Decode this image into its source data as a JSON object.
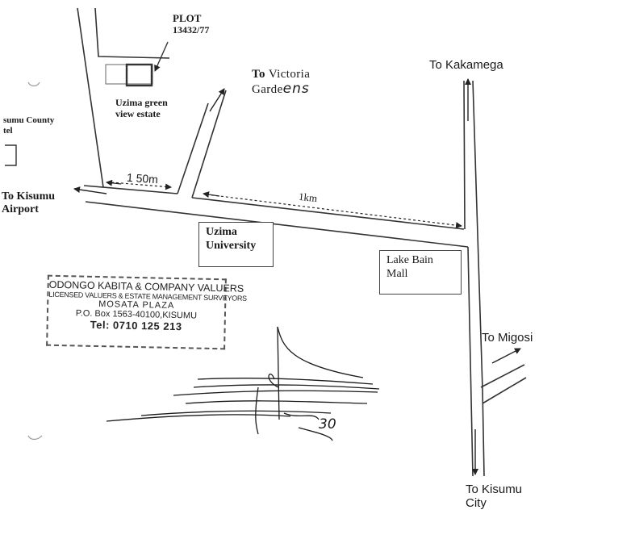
{
  "plot": {
    "title": "PLOT",
    "number": "13432/77"
  },
  "estate": {
    "line1": "Uzima green",
    "line2": "view estate"
  },
  "destinations": {
    "victoria": {
      "prefix": "To",
      "name": "Victoria",
      "line2": "Garde",
      "handwritten_suffix": "ens"
    },
    "kakamega": "To Kakamega",
    "kisumu_airport": {
      "line1": "To Kisumu",
      "line2": "Airport"
    },
    "migosi": "To Migosi",
    "kisumu_city": {
      "line1": "To Kisumu",
      "line2": "City"
    }
  },
  "hotel_fragment": {
    "line1": "sumu County",
    "line2": "tel"
  },
  "distances": {
    "estate_road": "1 50m",
    "main_road": "1km"
  },
  "landmarks": {
    "uzima_university": {
      "line1": "Uzima",
      "line2": "University"
    },
    "lake_bain_mall": {
      "line1": "Lake Bain",
      "line2": "Mall"
    }
  },
  "stamp": {
    "line1": "ODONGO KABITA & COMPANY VALUERS",
    "line2": "LICENSED VALUERS & ESTATE MANAGEMENT SURVEYORS",
    "line3": "MOSATA PLAZA",
    "line4": "P.O. Box 1563-40100,KISUMU",
    "line5": "Tel: 0710 125 213"
  },
  "signature": {
    "handwritten_text": "30"
  },
  "colors": {
    "ink": "#1a1a1a",
    "stamp_ink": "#222222",
    "road": "#333333"
  }
}
